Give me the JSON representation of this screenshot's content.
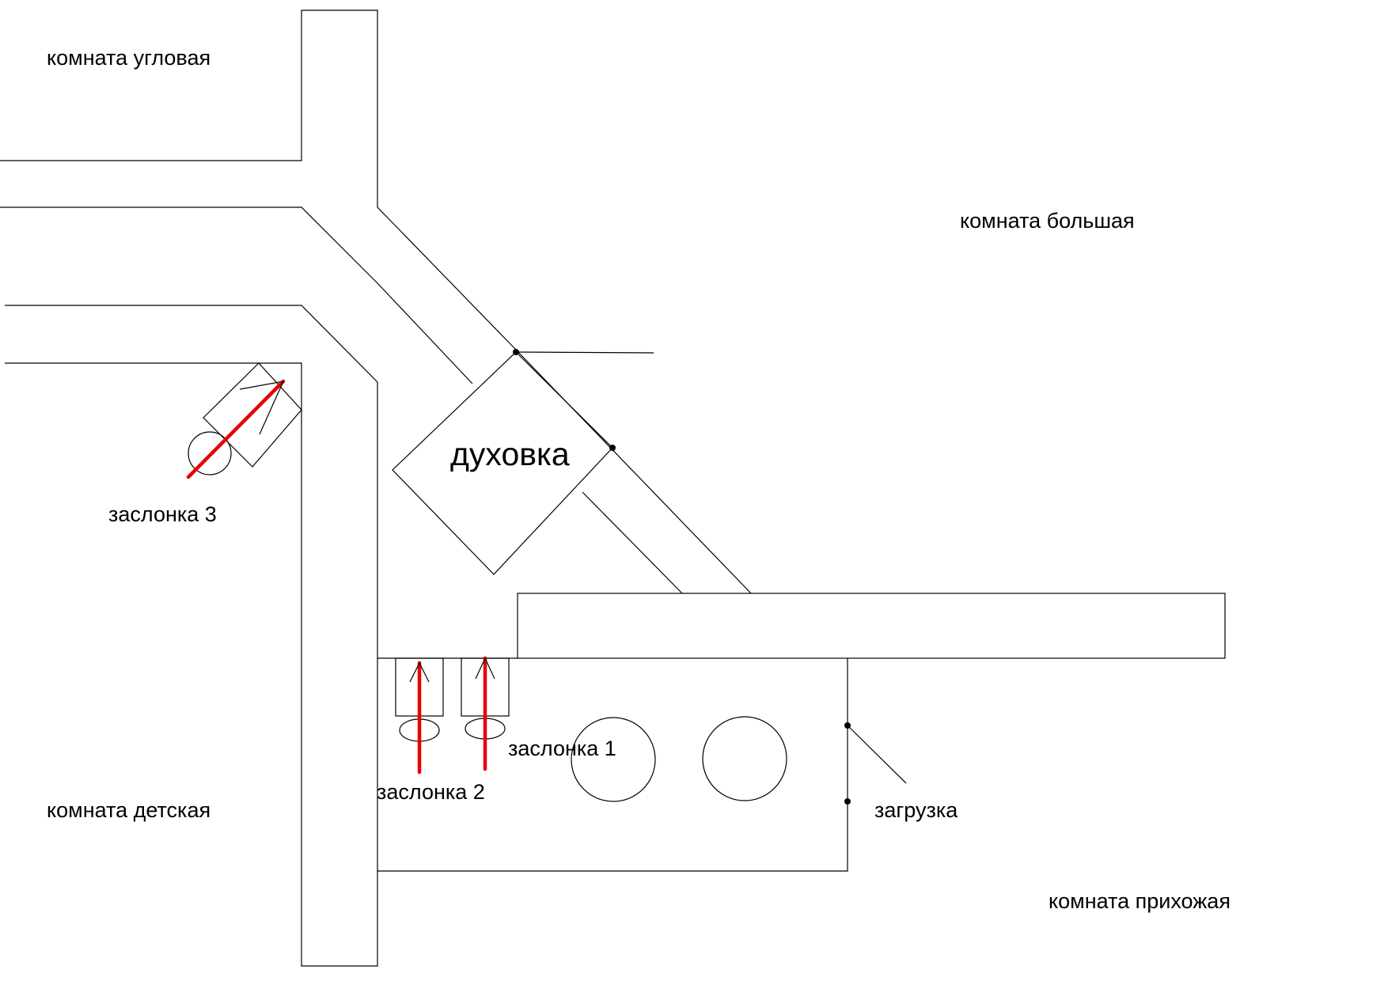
{
  "colors": {
    "background": "#ffffff",
    "line": "#000000",
    "damper_arrow": "#e50000"
  },
  "labels": {
    "room_corner": "комната угловая",
    "room_large": "комната большая",
    "room_kids": "комната детская",
    "room_hallway": "комната прихожая",
    "oven": "духовка",
    "damper_1": "заслонка 1",
    "damper_2": "заслонка 2",
    "damper_3": "заслонка 3",
    "loading": "загрузка"
  }
}
